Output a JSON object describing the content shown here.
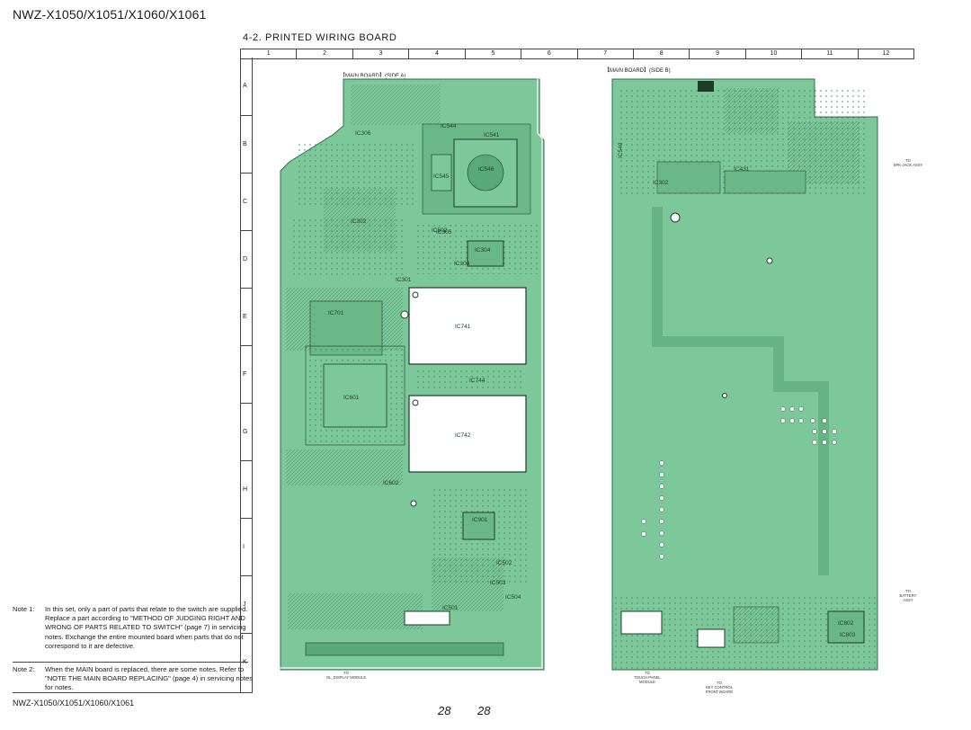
{
  "header": {
    "model_title": "NWZ-X1050/X1051/X1060/X1061",
    "section_title": "4-2.  PRINTED  WIRING  BOARD"
  },
  "grid": {
    "columns": [
      "1",
      "2",
      "3",
      "4",
      "5",
      "6",
      "7",
      "8",
      "9",
      "10",
      "11",
      "12"
    ],
    "rows": [
      "A",
      "B",
      "C",
      "D",
      "E",
      "F",
      "G",
      "H",
      "I",
      "J",
      "K"
    ]
  },
  "boards": {
    "side_a_label": "【MAIN BOARD】(SIDE A)",
    "side_b_label": "【MAIN BOARD】(SIDE B)"
  },
  "side_a_ics": [
    "IC544",
    "IC541",
    "IC546",
    "IC545",
    "IC302",
    "IC502",
    "IC301",
    "IC304",
    "IC305",
    "IC306",
    "IC303",
    "IC701",
    "IC741",
    "IC601",
    "IC744",
    "IC742",
    "IC602",
    "IC901",
    "IC502",
    "IC503",
    "IC504",
    "IC501"
  ],
  "side_b_ics": [
    "IC540",
    "IC302",
    "IC431",
    "IC802",
    "IC803"
  ],
  "callouts": {
    "side_a_bottom": "TO\nOL_DISPLAY MODULE",
    "side_b_touch": "TO\nTOUCH PANEL\nMODULE",
    "side_b_key": "TO\nKEY CONTROL\nFRONT BOARD",
    "side_b_battery": "TO\nBATTERY\nASSY",
    "side_b_speaker": "TO\nSPK-JACK ASSY"
  },
  "notes": [
    {
      "label": "Note 1:",
      "text": "In this set, only a part of parts that relate to the switch are supplied. Replace a part according to \"METHOD OF JUDGING RIGHT AND WRONG OF PARTS RELATED TO SWITCH\" (page 7) in servicing notes. Exchange the entire mounted board when parts that do not correspond to it are defective."
    },
    {
      "label": "Note 2:",
      "text": "When the MAIN board is replaced, there are some notes. Refer to \"NOTE THE MAIN BOARD REPLACING\" (page 4) in servicing notes for notes."
    }
  ],
  "footer": {
    "model_title": "NWZ-X1050/X1051/X1060/X1061",
    "page_left": "28",
    "page_right": "28"
  },
  "colors": {
    "board_green": "#7dc89a",
    "board_dark": "#5aa97a",
    "trace": "#2f6b45",
    "chip": "#ffffff"
  }
}
